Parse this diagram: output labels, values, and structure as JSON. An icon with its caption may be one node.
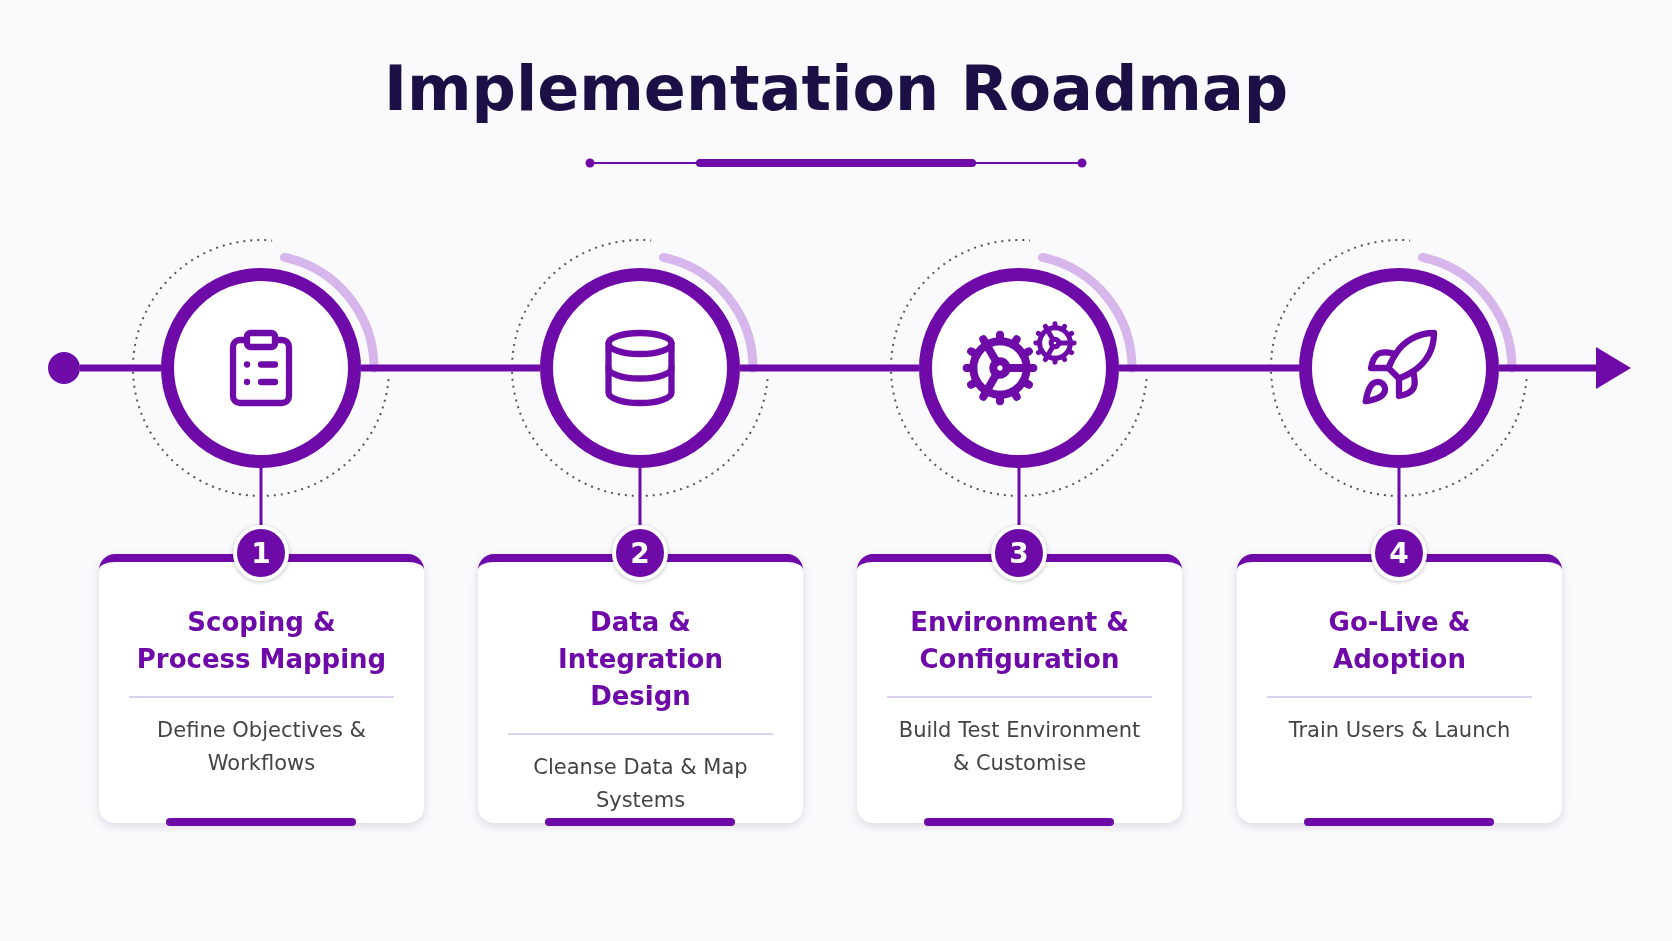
{
  "diagram": {
    "title": "Implementation Roadmap",
    "nodes": [
      {
        "text": [],
        "shape": "circle"
      },
      {
        "text": [],
        "shape": "circle"
      },
      {
        "text": [],
        "shape": "circle"
      },
      {
        "text": [],
        "shape": "circle"
      },
      {
        "text": [],
        "shape": "circle"
      },
      {
        "text": [
          "1"
        ]
      },
      {
        "text": [
          "2"
        ]
      },
      {
        "text": [
          "3"
        ]
      },
      {
        "text": [
          "4"
        ]
      },
      {
        "text": [
          "Scoping & Process Mapping",
          "Define Objectives & Workflows"
        ]
      },
      {
        "text": [
          "Data & Integration Design",
          "Cleanse Data & Map Systems"
        ]
      },
      {
        "text": [
          "Environment & Configuration",
          "Build Test Environment & Customise"
        ]
      },
      {
        "text": [
          "Go-Live & Adoption",
          "Train Users & Launch"
        ]
      }
    ],
    "edges": [
      {
        "from": 0,
        "to": 1,
        "arrow": "none"
      },
      {
        "from": 1,
        "to": 2,
        "arrow": "none"
      },
      {
        "from": 2,
        "to": 3,
        "arrow": "none"
      },
      {
        "from": 3,
        "to": 4,
        "arrow": "none"
      },
      {
        "from": 4,
        "to": null,
        "arrow": "to"
      },
      {
        "from": 1,
        "to": 5,
        "arrow": "none"
      },
      {
        "from": 2,
        "to": 6,
        "arrow": "none"
      },
      {
        "from": 3,
        "to": 7,
        "arrow": "none"
      },
      {
        "from": 4,
        "to": 8,
        "arrow": "none"
      }
    ]
  }
}
